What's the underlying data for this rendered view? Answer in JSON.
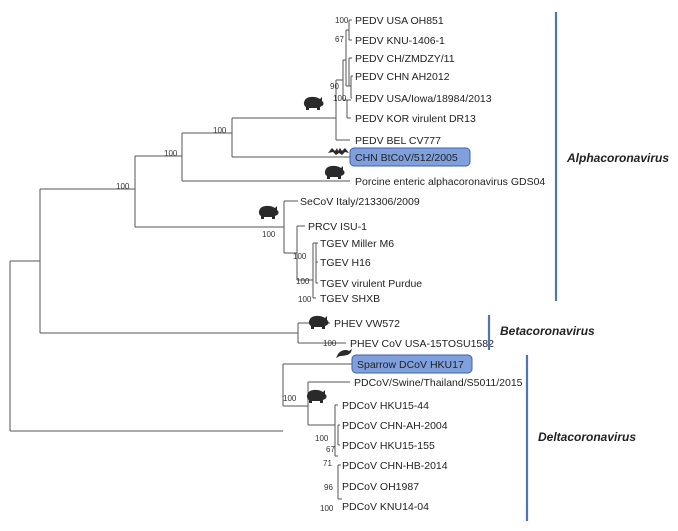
{
  "figure": {
    "taxa": {
      "pedv_usa_oh851": "PEDV USA OH851",
      "pedv_knu": "PEDV KNU-1406-1",
      "pedv_ch_zmdzy": "PEDV CH/ZMDZY/11",
      "pedv_chn_ah2012": "PEDV CHN AH2012",
      "pedv_usa_iowa": "PEDV USA/Iowa/18984/2013",
      "pedv_kor": "PEDV KOR virulent DR13",
      "pedv_bel": "PEDV BEL CV777",
      "chn_btcov": "CHN BtCoV/512/2005",
      "porcine_enteric": "Porcine enteric alphacoronavirus GDS04",
      "secov": "SeCoV Italy/213306/2009",
      "prcv": "PRCV ISU-1",
      "tgev_miller": "TGEV Miller M6",
      "tgev_h16": "TGEV H16",
      "tgev_purdue": "TGEV virulent Purdue",
      "tgev_shxb": "TGEV SHXB",
      "phev_vw572": "PHEV VW572",
      "phev_usa": "PHEV CoV USA-15TOSU1582",
      "sparrow": "Sparrow DCoV HKU17",
      "pdcov_thailand": "PDCoV/Swine/Thailand/S5011/2015",
      "pdcov_hku15_44": "PDCoV HKU15-44",
      "pdcov_chn_ah": "PDCoV CHN-AH-2004",
      "pdcov_hku15_155": "PDCoV HKU15-155",
      "pdcov_chn_hb": "PDCoV CHN-HB-2014",
      "pdcov_oh1987": "PDCoV OH1987",
      "pdcov_knu14": "PDCoV KNU14-04"
    },
    "bootstrap": {
      "oh851": "100",
      "knu": "67",
      "ah2012": "90",
      "iowa": "100",
      "pedv_bat": "100",
      "pedv_porcine": "100",
      "alpha_root": "100",
      "tgev_group": "100",
      "prcv_tgev": "100",
      "tgev_h16": "100",
      "tgev_shxb": "100",
      "phev": "100",
      "delta": "100",
      "pdcov_155": "100",
      "pdcov_chn_ah": "67",
      "pdcov_hb": "71",
      "pdcov_oh": "96",
      "pdcov_knu": "100"
    },
    "genera": {
      "alpha": "Alphacoronavirus",
      "beta": "Betacoronavirus",
      "delta": "Deltacoronavirus"
    },
    "host_icons": [
      "pig-icon",
      "bat-icon",
      "bird-icon"
    ],
    "colors": {
      "highlight_fill": "#7fa0dc",
      "highlight_border": "#3f62a8",
      "genus_bar": "#4f74b8"
    }
  }
}
